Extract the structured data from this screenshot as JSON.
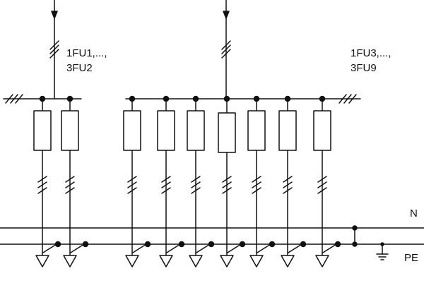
{
  "labels": {
    "group1_line1": "1FU1,...,",
    "group1_line2": "3FU2",
    "group2_line1": "1FU3,...,",
    "group2_line2": "3FU9",
    "bus_n": "N",
    "bus_pe": "PE"
  },
  "colors": {
    "line": "#111111",
    "background": "#ffffff"
  },
  "group1_fuse_count": 2,
  "group2_fuse_count": 7
}
